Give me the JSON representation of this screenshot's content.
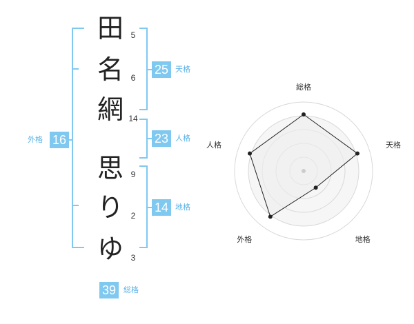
{
  "name": {
    "chars": [
      {
        "char": "田",
        "strokes": "5"
      },
      {
        "char": "名",
        "strokes": "6"
      },
      {
        "char": "網",
        "strokes": "14"
      },
      {
        "char": "思",
        "strokes": "9"
      },
      {
        "char": "り",
        "strokes": "2"
      },
      {
        "char": "ゆ",
        "strokes": "3"
      }
    ]
  },
  "kakusu": {
    "tenkaku": {
      "value": "25",
      "label": "天格"
    },
    "jinkaku": {
      "value": "23",
      "label": "人格"
    },
    "chikaku": {
      "value": "14",
      "label": "地格"
    },
    "gaikaku": {
      "value": "16",
      "label": "外格"
    },
    "soukaku": {
      "value": "39",
      "label": "総格"
    }
  },
  "chart_data": {
    "type": "radar",
    "axes": [
      "総格",
      "天格",
      "地格",
      "外格",
      "人格"
    ],
    "values": [
      0.82,
      0.82,
      0.3,
      0.82,
      0.82
    ],
    "rings": 5,
    "grid": true,
    "colors": {
      "fill": "#efefef",
      "ring": "#d8d8d8",
      "ring_fill": "#f6f6f6",
      "line": "#222222",
      "point": "#222222",
      "center": "#cccccc"
    }
  },
  "colors": {
    "accent": "#7fc8f0",
    "accent_text": "#5ab2e6"
  }
}
